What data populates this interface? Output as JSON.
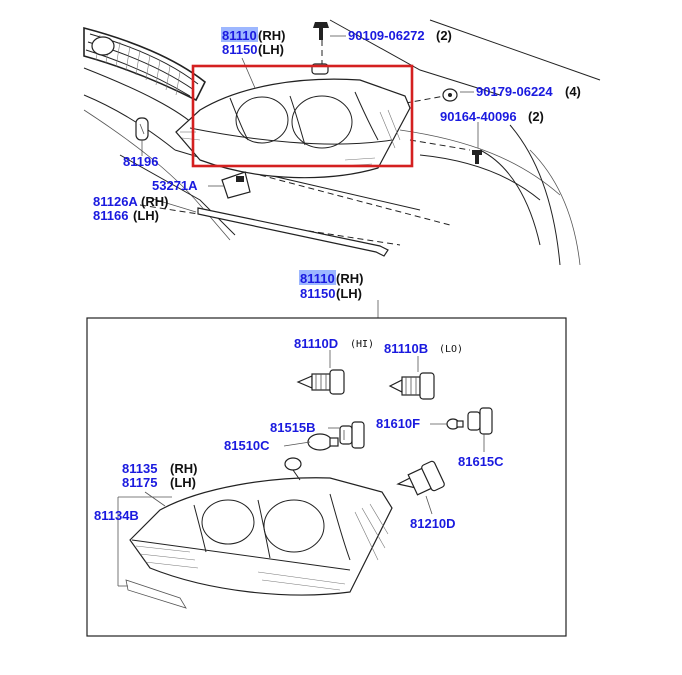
{
  "callouts": {
    "top_main_rh": "81110",
    "top_main_rh_side": "(RH)",
    "top_main_lh": "81150",
    "top_main_lh_side": "(LH)",
    "bolt_top": "90109-06272",
    "bolt_top_qty": "(2)",
    "clip_right": "90179-06224",
    "clip_right_qty": "(4)",
    "screw_right": "90164-40096",
    "screw_right_qty": "(2)",
    "left_part": "81196",
    "bracket": "53271A",
    "trim_rh": "81126A",
    "trim_rh_side": "(RH)",
    "trim_lh": "81166",
    "trim_lh_side": "(LH)",
    "lower_main_rh": "81110",
    "lower_main_rh_side": "(RH)",
    "lower_main_lh": "81150",
    "lower_main_lh_side": "(LH)",
    "bulb_hi": "81110D",
    "bulb_hi_note": "(HI)",
    "bulb_lo": "81110B",
    "bulb_lo_note": "(LO)",
    "socket_a": "81515B",
    "bulb_c": "81510C",
    "socket_f": "81610F",
    "socket_c": "81615C",
    "lens_rh": "81135",
    "lens_rh_side": "(RH)",
    "lens_lh": "81175",
    "lens_lh_side": "(LH)",
    "housing": "81134B",
    "bulb_d": "81210D"
  },
  "colors": {
    "callout_blue": "#1a1adf",
    "highlight_blue": "#4d7bff",
    "selection_red": "#d42020"
  },
  "icons": [
    "bolt-icon",
    "clip-icon",
    "screw-icon",
    "bulb-icon",
    "socket-icon",
    "headlamp-icon"
  ]
}
